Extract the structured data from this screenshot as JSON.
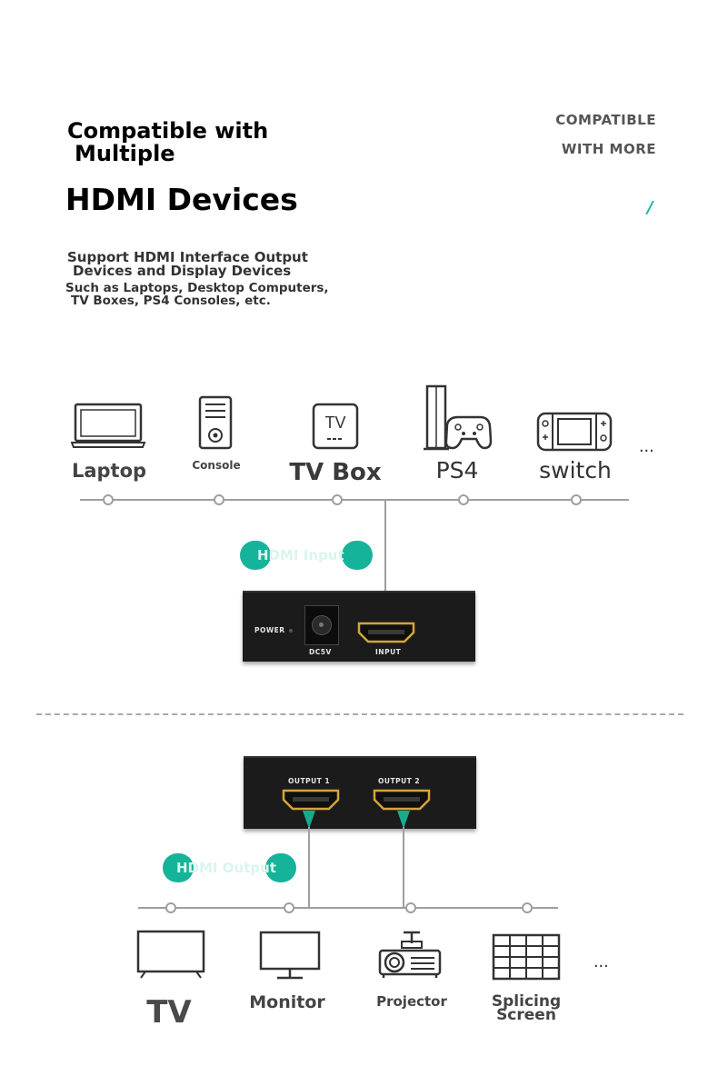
{
  "header": {
    "title_line1": "Compatible with",
    "title_line2": "Multiple",
    "title_line3": "HDMI Devices",
    "compat_line1": "COMPATIBLE",
    "compat_line2": "WITH MORE",
    "slash": "/",
    "support_line1": "Support HDMI Interface Output",
    "support_line2": "Devices and Display Devices",
    "such_line1": "Such as Laptops, Desktop Computers,",
    "such_line2": "TV Boxes, PS4 Consoles, etc."
  },
  "inputs": {
    "devices": [
      {
        "label": "Laptop",
        "icon": "laptop-icon"
      },
      {
        "label": "Console",
        "icon": "desktop-tower-icon"
      },
      {
        "label": "TV Box",
        "icon": "tv-box-icon",
        "icon_text": "TV"
      },
      {
        "label": "PS4",
        "icon": "ps4-icon"
      },
      {
        "label": "switch",
        "icon": "switch-icon"
      }
    ],
    "more": "...",
    "badge": "HDMI Input",
    "splitter": {
      "power": "POWER",
      "dc": "DC5V",
      "input": "INPUT"
    }
  },
  "outputs": {
    "splitter": {
      "out1": "OUTPUT 1",
      "out2": "OUTPUT 2"
    },
    "badge": "HDMI Output",
    "devices": [
      {
        "label": "TV",
        "icon": "tv-icon"
      },
      {
        "label": "Monitor",
        "icon": "monitor-icon"
      },
      {
        "label": "Projector",
        "icon": "projector-icon"
      },
      {
        "label": "Splicing",
        "label2": "Screen",
        "icon": "video-wall-icon"
      }
    ],
    "more": "..."
  },
  "colors": {
    "accent": "#15b39a",
    "arrow": "#1aa88f",
    "line": "#9e9e9e",
    "device_body": "#1b1b1b",
    "hdmi_gold": "#d4a537"
  }
}
